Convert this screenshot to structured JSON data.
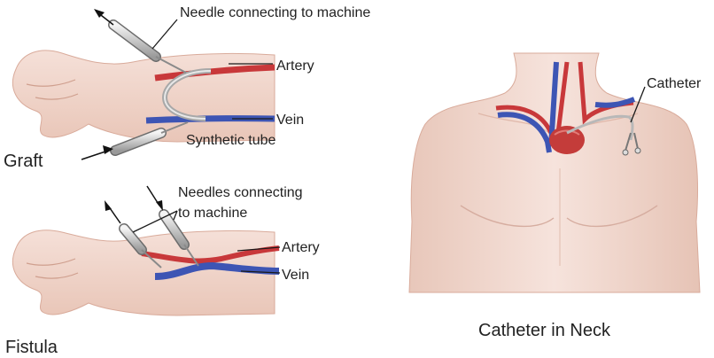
{
  "labels": {
    "graft": {
      "title": "Graft",
      "needle": "Needle connecting to machine",
      "artery": "Artery",
      "vein": "Vein",
      "tube": "Synthetic tube"
    },
    "fistula": {
      "title": "Fistula",
      "needles_line1": "Needles connecting",
      "needles_line2": "to machine",
      "artery": "Artery",
      "vein": "Vein"
    },
    "neck": {
      "title": "Catheter in Neck",
      "catheter": "Catheter"
    }
  },
  "colors": {
    "skin": "#f3d9cf",
    "skin_shadow": "#e4bfb1",
    "artery": "#c8383a",
    "vein": "#3d55b4",
    "tube": "#b9b9b9",
    "text": "#222222"
  },
  "icons": [
    "needle-icon",
    "arrow-icon"
  ]
}
